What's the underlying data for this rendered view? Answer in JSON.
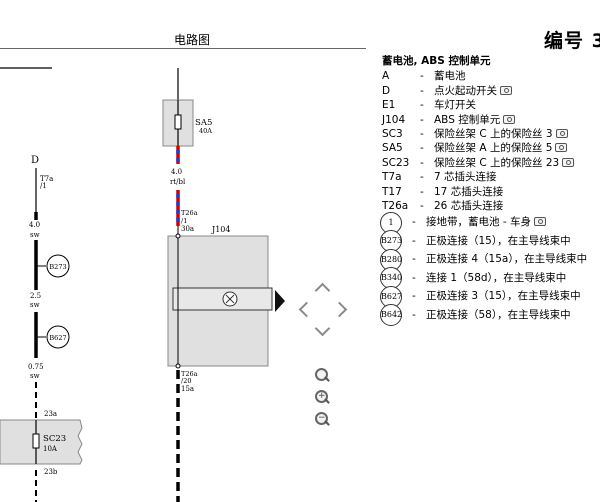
{
  "header": {
    "title": "电路图",
    "doc_no": "编号 3"
  },
  "diagram": {
    "components": {
      "d": {
        "name": "D",
        "conn": "T7a",
        "pin": "/1"
      },
      "sa5": {
        "name": "SA5",
        "rating": "40A",
        "wire_size": "4.0",
        "wire_color": "rt/bl"
      },
      "j104": {
        "name": "J104",
        "conn_top": "T26a",
        "conn_top_pin": "/1",
        "conn_top_sub": "30a",
        "conn_bottom": "T26a",
        "conn_bottom_pin": "/20",
        "conn_bottom_sub": "15a"
      },
      "b273": {
        "name": "B273"
      },
      "b627": {
        "name": "B627"
      },
      "sc23": {
        "name": "SC23",
        "rating": "10A",
        "pin_top": "23a",
        "pin_bottom": "23b"
      }
    },
    "wires": [
      {
        "size": "4.0",
        "color": "sw"
      },
      {
        "size": "2.5",
        "color": "sw"
      },
      {
        "size": "0.75",
        "color": "sw"
      }
    ]
  },
  "legend": {
    "title": "蓄电池, ABS 控制单元",
    "items": [
      {
        "code": "A",
        "desc": "蓄电池",
        "camera": false
      },
      {
        "code": "D",
        "desc": "点火起动开关",
        "camera": true
      },
      {
        "code": "E1",
        "desc": "车灯开关",
        "camera": false
      },
      {
        "code": "J104",
        "desc": "ABS 控制单元",
        "camera": true
      },
      {
        "code": "SC3",
        "desc": "保险丝架 C 上的保险丝 3",
        "camera": true
      },
      {
        "code": "SA5",
        "desc": "保险丝架 A 上的保险丝 5",
        "camera": true
      },
      {
        "code": "SC23",
        "desc": "保险丝架 C 上的保险丝 23",
        "camera": true
      },
      {
        "code": "T7a",
        "desc": "7 芯插头连接",
        "camera": false
      },
      {
        "code": "T17",
        "desc": "17 芯插头连接",
        "camera": false
      },
      {
        "code": "T26a",
        "desc": "26 芯插头连接",
        "camera": false
      }
    ],
    "circles": [
      {
        "code": "1",
        "desc": "接地带，蓄电池 - 车身",
        "camera": true
      },
      {
        "code": "B273",
        "desc": "正极连接（15），在主导线束中",
        "camera": false
      },
      {
        "code": "B280",
        "desc": "正极连接 4（15a），在主导线束中",
        "camera": false
      },
      {
        "code": "B340",
        "desc": "连接 1（58d），在主导线束中",
        "camera": false
      },
      {
        "code": "B627",
        "desc": "正极连接 3（15），在主导线束中",
        "camera": false
      },
      {
        "code": "B642",
        "desc": "正极连接（58），在主导线束中",
        "camera": false
      }
    ]
  }
}
